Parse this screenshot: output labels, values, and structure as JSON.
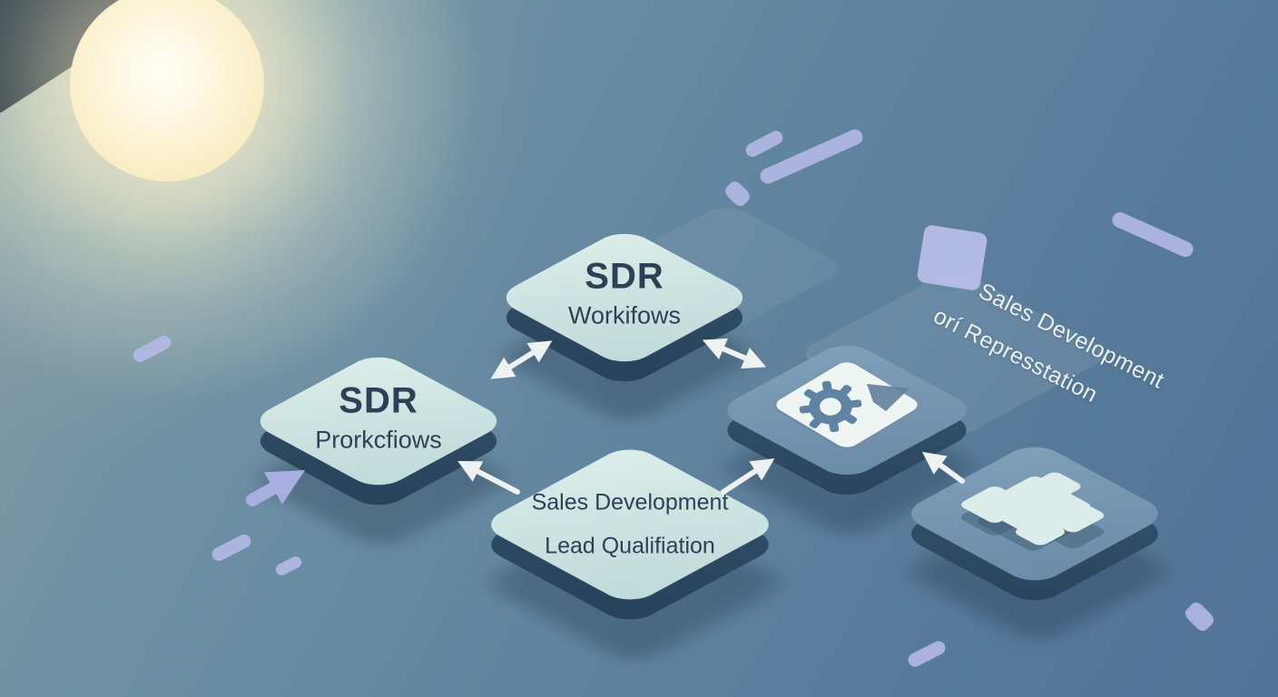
{
  "illustration": {
    "theme": "SDR workflow isometric concept illustration",
    "colors": {
      "background_blue": "#61849f",
      "tile_mint": "#cde4e1",
      "tile_blue": "#7494af",
      "tile_side_navy": "#2b4860",
      "label_navy": "#2c4156",
      "arrow_white": "#edf2f0",
      "accent_lavender": "#b5bbe7",
      "bulb_glow": "#f8ecc1"
    },
    "icons": [
      "lightbulb-icon",
      "gear-icon",
      "arrow-flag-icon",
      "pixel-cluster-icon"
    ]
  },
  "tiles": [
    {
      "id": "sdr-workflows-top",
      "line1": "SDR",
      "line2": "Workifows"
    },
    {
      "id": "sdr-workflows-left",
      "line1": "SDR",
      "line2": "Prorkcfiows"
    },
    {
      "id": "lead-qualification",
      "line1": "Sales Development",
      "line2": "Lead Qualifiation"
    },
    {
      "id": "gear-document-tile"
    },
    {
      "id": "pixel-cluster-tile"
    }
  ],
  "caption": {
    "line1": "Sales Development",
    "line2": "orí Represstation"
  }
}
